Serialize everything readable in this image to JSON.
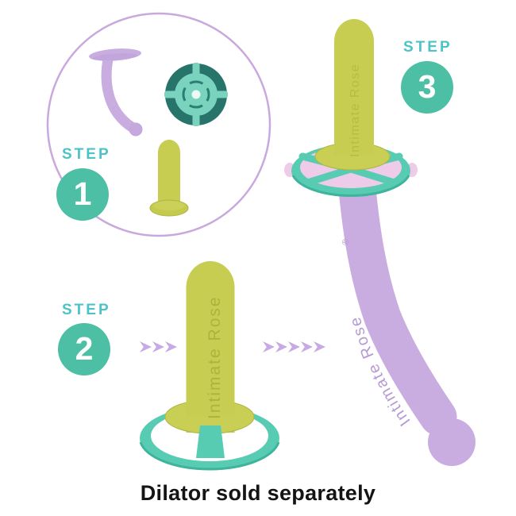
{
  "brand": {
    "name": "Intimate Rose",
    "registered_mark": "®"
  },
  "steps": [
    {
      "label": "STEP",
      "number": "1"
    },
    {
      "label": "STEP",
      "number": "2"
    },
    {
      "label": "STEP",
      "number": "3"
    }
  ],
  "arrows": {
    "left_count": 3,
    "right_count": 5
  },
  "caption": "Dilator sold separately",
  "colors": {
    "step_label_teal": "#4CC3C7",
    "badge_teal": "#4DBFA4",
    "badge_number_white": "#FFFFFF",
    "outline_lavender": "#C9A9DD",
    "wand_lavender": "#C9ADE0",
    "dilator_green": "#C7CD51",
    "flange_green": "#C9CF55",
    "base_teal": "#58CCB3",
    "target_dark_teal": "#26746A",
    "target_light_teal": "#79D3BE",
    "disc_pink": "#EFCBEA",
    "arrow_lavender": "#C9A9E3",
    "caption_black": "#141414"
  },
  "illustrations": {
    "overview": "parts-overview-circle",
    "wand": "wand-tool",
    "ring_top": "ring-base-top-view",
    "small_dilator": "small-dilator",
    "step2": "dilator-in-ring-base",
    "step3": "dilator-with-wand-attached"
  }
}
